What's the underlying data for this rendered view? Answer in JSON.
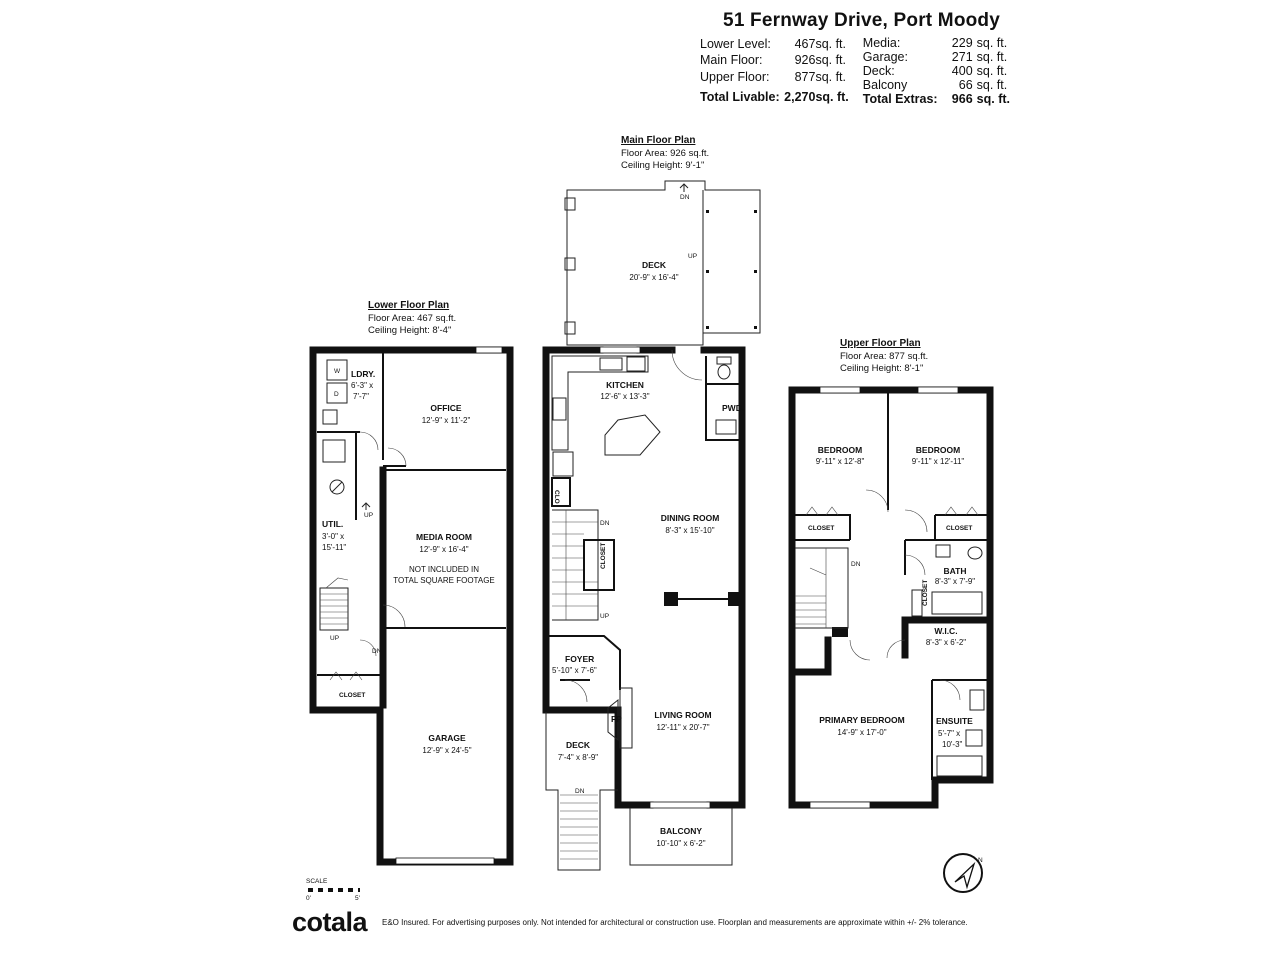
{
  "summary": {
    "address": "51 Fernway Drive, Port Moody",
    "left": [
      {
        "label": "Lower Level:",
        "value": "467",
        "unit": "sq. ft."
      },
      {
        "label": "Main Floor:",
        "value": "926",
        "unit": "sq. ft."
      },
      {
        "label": "Upper Floor:",
        "value": "877",
        "unit": "sq. ft."
      }
    ],
    "total_livable": {
      "label": "Total Livable:",
      "value": "2,270",
      "unit": "sq. ft."
    },
    "right": [
      {
        "label": "Media:",
        "value": "229",
        "unit": "sq. ft."
      },
      {
        "label": "Garage:",
        "value": "271",
        "unit": "sq. ft."
      },
      {
        "label": "Deck:",
        "value": "400",
        "unit": "sq. ft."
      },
      {
        "label": "Balcony",
        "value": "66",
        "unit": "sq. ft."
      }
    ],
    "total_extras": {
      "label": "Total Extras:",
      "value": "966",
      "unit": "sq. ft."
    }
  },
  "lower": {
    "title": "Lower Floor Plan",
    "area": "Floor Area: 467 sq.ft.",
    "ceiling": "Ceiling Height: 8'-4\"",
    "rooms": {
      "ldry": {
        "name": "LDRY.",
        "dim1": "6'-3\" x",
        "dim2": "7'-7\""
      },
      "office": {
        "name": "OFFICE",
        "dim": "12'-9\" x 11'-2\""
      },
      "util": {
        "name": "UTIL.",
        "dim1": "3'-0\" x",
        "dim2": "15'-11\""
      },
      "media": {
        "name": "MEDIA ROOM",
        "dim": "12'-9\" x 16'-4\"",
        "note1": "NOT INCLUDED IN",
        "note2": "TOTAL SQUARE FOOTAGE"
      },
      "garage": {
        "name": "GARAGE",
        "dim": "12'-9\" x 24'-5\""
      },
      "closet": {
        "name": "CLOSET"
      }
    },
    "marks": {
      "w": "W",
      "d": "D",
      "up1": "UP",
      "up2": "UP",
      "dn": "DN"
    }
  },
  "main": {
    "title": "Main Floor Plan",
    "area": "Floor Area: 926 sq.ft.",
    "ceiling": "Ceiling Height: 9'-1\"",
    "rooms": {
      "deck": {
        "name": "DECK",
        "dim": "20'-9\" x 16'-4\""
      },
      "kitchen": {
        "name": "KITCHEN",
        "dim": "12'-6\" x 13'-3\""
      },
      "pwd": {
        "name": "PWD."
      },
      "clo": {
        "name": "CLO"
      },
      "dining": {
        "name": "DINING ROOM",
        "dim": "8'-3\" x 15'-10\""
      },
      "closet": {
        "name": "CLOSET"
      },
      "foyer": {
        "name": "FOYER",
        "dim": "5'-10\" x 7'-6\""
      },
      "living": {
        "name": "LIVING ROOM",
        "dim": "12'-11\" x 20'-7\""
      },
      "fp": {
        "name": "FP"
      },
      "deck2": {
        "name": "DECK",
        "dim": "7'-4\" x 8'-9\""
      },
      "balcony": {
        "name": "BALCONY",
        "dim": "10'-10\" x 6'-2\""
      }
    },
    "marks": {
      "dn_top": "DN",
      "up_deck": "UP",
      "dn_stair": "DN",
      "up_stair": "UP",
      "dn_front": "DN"
    }
  },
  "upper": {
    "title": "Upper Floor Plan",
    "area": "Floor Area: 877 sq.ft.",
    "ceiling": "Ceiling Height: 8'-1\"",
    "rooms": {
      "bed1": {
        "name": "BEDROOM",
        "dim": "9'-11\" x 12'-8\""
      },
      "bed2": {
        "name": "BEDROOM",
        "dim": "9'-11\" x 12'-11\""
      },
      "closet1": {
        "name": "CLOSET"
      },
      "closet2": {
        "name": "CLOSET"
      },
      "bath": {
        "name": "BATH",
        "dim": "8'-3\" x 7'-9\""
      },
      "closet3": {
        "name": "CLOSET"
      },
      "wic": {
        "name": "W.I.C.",
        "dim": "8'-3\" x 6'-2\""
      },
      "primary": {
        "name": "PRIMARY BEDROOM",
        "dim": "14'-9\" x 17'-0\""
      },
      "ensuite": {
        "name": "ENSUITE",
        "dim1": "5'-7\" x",
        "dim2": "10'-3\""
      }
    },
    "marks": {
      "dn": "DN"
    }
  },
  "scale": {
    "label": "SCALE",
    "zero": "0'",
    "five": "5'"
  },
  "compass": {
    "n": "N"
  },
  "footer": {
    "logo": "cotala",
    "disclaimer": "E&O Insured. For advertising purposes only. Not intended for architectural or construction use. Floorplan and measurements are approximate within +/- 2% tolerance."
  }
}
